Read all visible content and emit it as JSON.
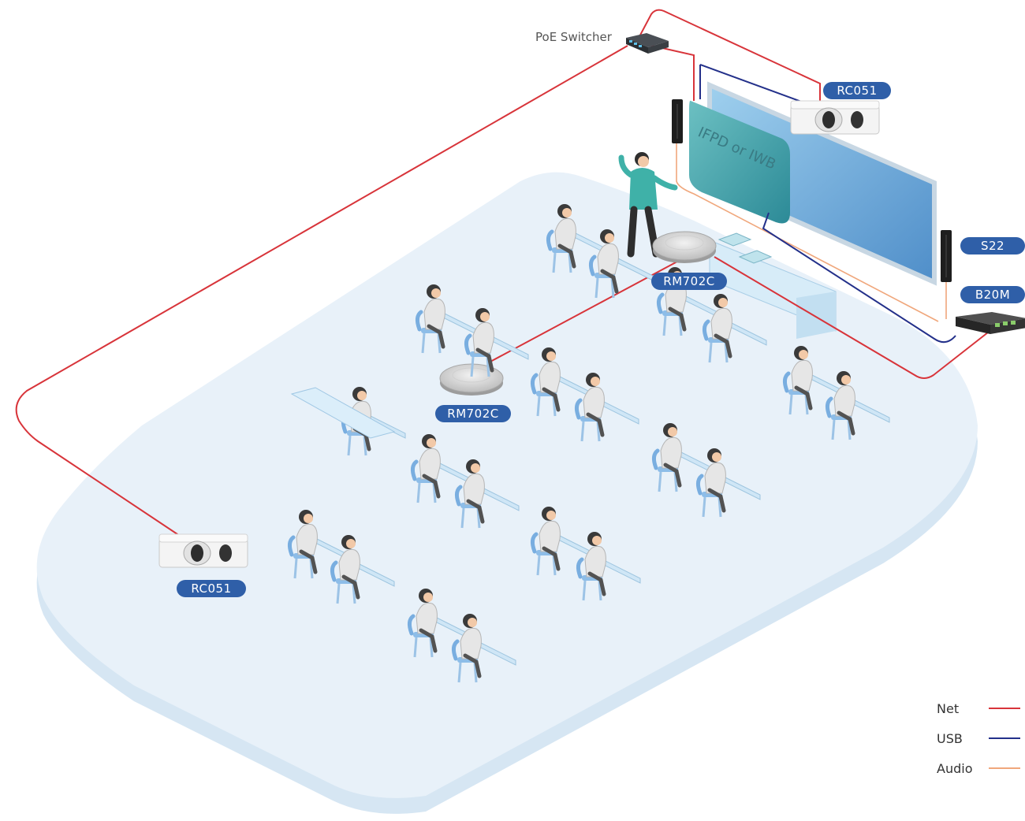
{
  "labels": {
    "poe_switcher": "PoE Switcher",
    "rc051_top": "RC051",
    "rc051_bottom": "RC051",
    "s22": "S22",
    "b20m": "B20M",
    "rm702c_front": "RM702C",
    "rm702c_middle": "RM702C",
    "display": "IFPD or IWB"
  },
  "legend": [
    {
      "label": "Net",
      "color": "#d8343a"
    },
    {
      "label": "USB",
      "color": "#23308a"
    },
    {
      "label": "Audio",
      "color": "#f0a77c"
    }
  ],
  "colors": {
    "net": "#d8343a",
    "usb": "#23308a",
    "audio": "#f0a77c",
    "label_bg": "#2f5fa8",
    "floor": "#e7f0f8",
    "floor_edge": "#cfe0ef",
    "board": "#5f9fd4",
    "display_panel": "#43a2a6"
  },
  "icons": {
    "switch": "network-switch-icon",
    "camera": "ptz-camera-icon",
    "speaker": "column-speaker-icon",
    "mic": "ceiling-microphone-icon",
    "box": "b20m-box-icon"
  }
}
